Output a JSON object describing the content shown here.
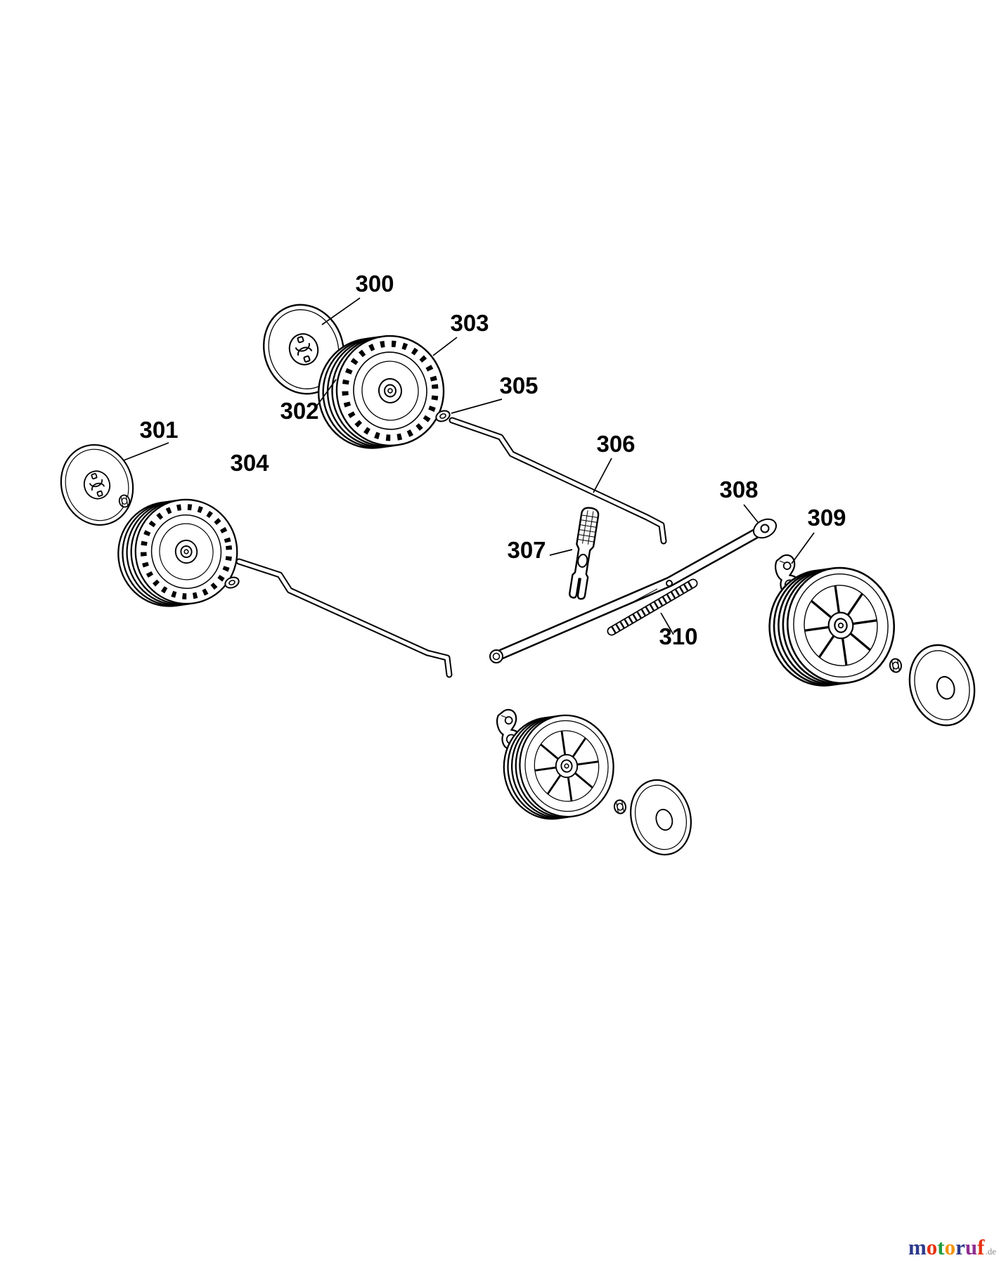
{
  "diagram": {
    "labels": {
      "l300": "300",
      "l301": "301",
      "l302": "302",
      "l303": "303",
      "l304": "304",
      "l305": "305",
      "l306": "306",
      "l307": "307",
      "l308": "308",
      "l309": "309",
      "l310": "310"
    }
  },
  "logo": {
    "letters": [
      {
        "char": "m",
        "css": "color:#2D3A8C"
      },
      {
        "char": "o",
        "css": "color:#E53212"
      },
      {
        "char": "t",
        "css": "color:#1E9E3E"
      },
      {
        "char": "o",
        "css": "color:#F39200"
      },
      {
        "char": "r",
        "css": "color:#2D3A8C"
      },
      {
        "char": "u",
        "css": "color:#8E2E8F"
      },
      {
        "char": "f",
        "css": "color:#E53212"
      }
    ],
    "suffix": ".de"
  },
  "colors": {
    "line": "#000000",
    "background": "#ffffff"
  }
}
